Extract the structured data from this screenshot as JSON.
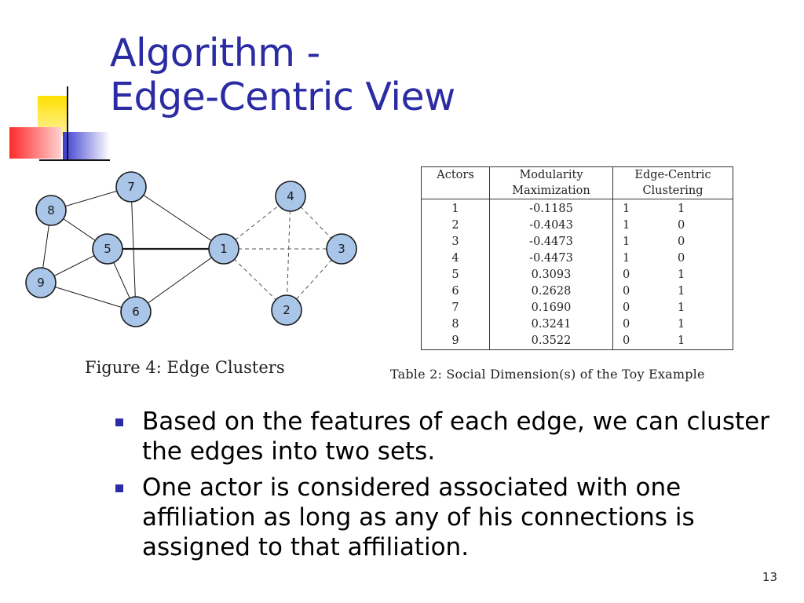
{
  "slide": {
    "title_lines": [
      "Algorithm -",
      "Edge-Centric View"
    ],
    "accent_color": "#2b2ba3",
    "page_number": "13"
  },
  "figure": {
    "caption": "Figure 4: Edge Clusters",
    "nodes": [
      "7",
      "8",
      "5",
      "1",
      "9",
      "6",
      "4",
      "3",
      "2"
    ],
    "solid_edges": [
      [
        "7",
        "8"
      ],
      [
        "7",
        "1"
      ],
      [
        "7",
        "6"
      ],
      [
        "8",
        "5"
      ],
      [
        "8",
        "9"
      ],
      [
        "5",
        "1"
      ],
      [
        "5",
        "9"
      ],
      [
        "5",
        "6"
      ],
      [
        "6",
        "1"
      ],
      [
        "9",
        "6"
      ]
    ],
    "dashed_edges": [
      [
        "1",
        "4"
      ],
      [
        "1",
        "3"
      ],
      [
        "1",
        "2"
      ],
      [
        "4",
        "3"
      ],
      [
        "4",
        "2"
      ],
      [
        "3",
        "2"
      ]
    ]
  },
  "table": {
    "caption": "Table 2: Social Dimension(s) of the Toy Example",
    "headers": [
      [
        "Actors"
      ],
      [
        "Modularity",
        "Maximization"
      ],
      [
        "Edge-Centric",
        "Clustering"
      ]
    ],
    "rows": [
      {
        "actor": "1",
        "mod": "-0.1185",
        "ec1": "1",
        "ec2": "1"
      },
      {
        "actor": "2",
        "mod": "-0.4043",
        "ec1": "1",
        "ec2": "0"
      },
      {
        "actor": "3",
        "mod": "-0.4473",
        "ec1": "1",
        "ec2": "0"
      },
      {
        "actor": "4",
        "mod": "-0.4473",
        "ec1": "1",
        "ec2": "0"
      },
      {
        "actor": "5",
        "mod": "0.3093",
        "ec1": "0",
        "ec2": "1"
      },
      {
        "actor": "6",
        "mod": "0.2628",
        "ec1": "0",
        "ec2": "1"
      },
      {
        "actor": "7",
        "mod": "0.1690",
        "ec1": "0",
        "ec2": "1"
      },
      {
        "actor": "8",
        "mod": "0.3241",
        "ec1": "0",
        "ec2": "1"
      },
      {
        "actor": "9",
        "mod": "0.3522",
        "ec1": "0",
        "ec2": "1"
      }
    ]
  },
  "bullets": [
    "Based on the features of each edge, we can cluster the edges into two sets.",
    "One actor is considered associated with one affiliation as long as any of his connections is assigned to that affiliation."
  ]
}
